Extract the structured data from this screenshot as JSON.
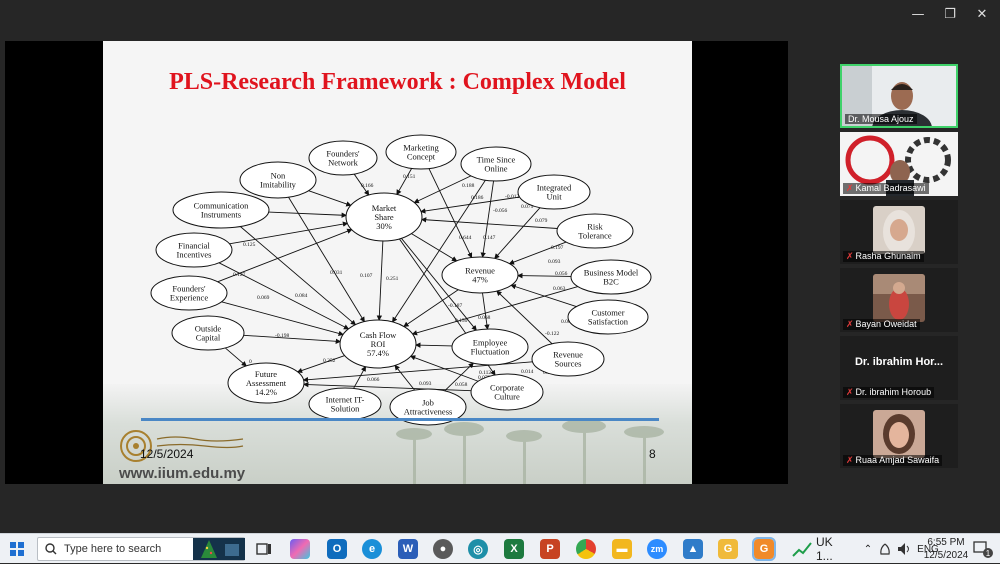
{
  "window": {
    "minimize_icon": "—",
    "restore_icon": "❐",
    "close_icon": "✕"
  },
  "slide": {
    "title": "PLS-Research Framework : Complex Model",
    "date": "12/5/2024",
    "page_number": "8",
    "url": "www.iium.edu.my",
    "nodes": [
      {
        "id": "founders_network",
        "lines": [
          "Founders'",
          "Network"
        ]
      },
      {
        "id": "marketing_concept",
        "lines": [
          "Marketing",
          "Concept"
        ]
      },
      {
        "id": "time_since_online",
        "lines": [
          "Time Since",
          "Online"
        ]
      },
      {
        "id": "non_imitability",
        "lines": [
          "Non",
          "Imitability"
        ]
      },
      {
        "id": "integrated_unit",
        "lines": [
          "Integrated",
          "Unit"
        ]
      },
      {
        "id": "communication_instruments",
        "lines": [
          "Communication",
          "Instruments"
        ]
      },
      {
        "id": "market_share",
        "lines": [
          "Market",
          "Share",
          "30%"
        ]
      },
      {
        "id": "risk_tolerance",
        "lines": [
          "Risk",
          "Tolerance"
        ]
      },
      {
        "id": "financial_incentives",
        "lines": [
          "Financial",
          "Incentives"
        ]
      },
      {
        "id": "revenue",
        "lines": [
          "Revenue",
          "47%"
        ]
      },
      {
        "id": "business_model",
        "lines": [
          "Business Model",
          "B2C"
        ]
      },
      {
        "id": "founders_experience",
        "lines": [
          "Founders'",
          "Experience"
        ]
      },
      {
        "id": "customer_satisfaction",
        "lines": [
          "Customer",
          "Satisfaction"
        ]
      },
      {
        "id": "outside_capital",
        "lines": [
          "Outside",
          "Capital"
        ]
      },
      {
        "id": "cash_flow",
        "lines": [
          "Cash Flow",
          "ROI",
          "57.4%"
        ]
      },
      {
        "id": "employee_fluctuation",
        "lines": [
          "Employee",
          "Fluctuation"
        ]
      },
      {
        "id": "revenue_sources",
        "lines": [
          "Revenue",
          "Sources"
        ]
      },
      {
        "id": "future_assessment",
        "lines": [
          "Future",
          "Assessment",
          "14.2%"
        ]
      },
      {
        "id": "internet_it",
        "lines": [
          "Internet IT-",
          "Solution"
        ]
      },
      {
        "id": "job_attractiveness",
        "lines": [
          "Job",
          "Attractiveness"
        ]
      },
      {
        "id": "corporate_culture",
        "lines": [
          "Corporate",
          "Culture"
        ]
      }
    ],
    "coefficients": [
      "0.166",
      "0.151",
      "0.188",
      "0.186",
      "-0.012",
      "0.079",
      "-0.056",
      "0.079",
      "0.644",
      "0.147",
      "0.125",
      "0.127",
      "0.031",
      "0.107",
      "0.251",
      "0.084",
      "0.069",
      "0.212",
      "0.056",
      "0.197",
      "0.093",
      "0.063",
      "-0.187",
      "0.150",
      "0.068",
      "0.067",
      "-0.122",
      "-0.198",
      "0.252",
      "0.084",
      "0.066",
      "0.112",
      "0.093",
      "0.058",
      "0.079",
      "0.014",
      "0.000",
      "0"
    ]
  },
  "participants": [
    {
      "name": "Dr. Mousa Ajouz",
      "active": true
    },
    {
      "name": "Kamal Badrasawi",
      "active": false
    },
    {
      "name": "Rasha Ghunaim",
      "active": false
    },
    {
      "name": "Bayan Oweidat",
      "active": false
    },
    {
      "name": "Dr. ibrahim Horoub",
      "header": "Dr. ibrahim Hor...",
      "active": false
    },
    {
      "name": "Ruaa Amjad  Sawaifa",
      "active": false
    }
  ],
  "taskbar": {
    "search_placeholder": "Type here to search",
    "stock_label": "UK 1...",
    "language": "ENG",
    "time": "6:55 PM",
    "date": "12/5/2024",
    "notification_count": "1"
  }
}
